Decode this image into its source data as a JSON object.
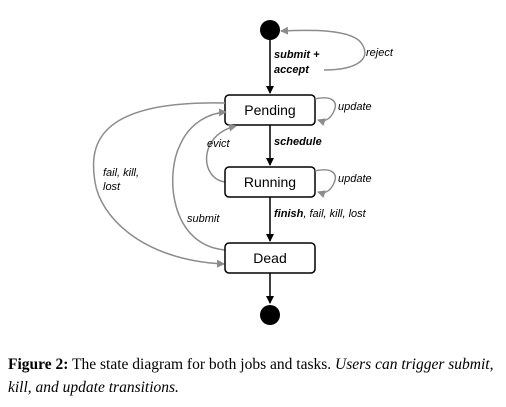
{
  "diagram": {
    "states": {
      "pending": "Pending",
      "running": "Running",
      "dead": "Dead"
    },
    "edges": {
      "submit_bold": "submit",
      "plus": " +",
      "accept": "accept",
      "reject": "reject",
      "update_pending": "update",
      "schedule": "schedule",
      "evict": "evict",
      "update_running": "update",
      "finish": "finish",
      "finish_rest": ", fail, kill, lost",
      "fail_kill": "fail, kill,",
      "lost": "lost",
      "submit_dead": "submit"
    },
    "colors": {
      "main_edges": "#000000",
      "secondary_edges": "#8c8c8c",
      "state_border": "#000000"
    }
  },
  "caption": {
    "figure_label": "Figure 2:",
    "text": " The state diagram for both jobs and tasks. ",
    "italic_text": "Users can trigger submit, kill, and update transitions."
  }
}
